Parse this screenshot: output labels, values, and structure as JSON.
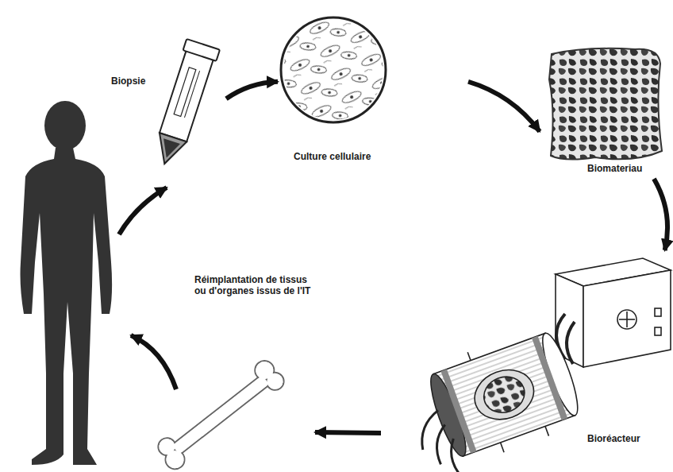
{
  "diagram": {
    "nodes": [
      {
        "text": [
          "Biopsie"
        ]
      },
      {
        "text": [
          "Culture cellulaire"
        ]
      },
      {
        "text": [
          "Biomateriau"
        ]
      },
      {
        "text": [
          "Bioréacteur"
        ]
      },
      {
        "text": [
          "Réimplantation de tissus ou d'organes issus de l'IT"
        ]
      }
    ],
    "edges": [
      {
        "from": 0,
        "to": 1,
        "arrow": "to"
      },
      {
        "from": 1,
        "to": 2,
        "arrow": "to"
      },
      {
        "from": 2,
        "to": 3,
        "arrow": "to"
      },
      {
        "from": 3,
        "to": 4,
        "arrow": "to"
      }
    ]
  }
}
